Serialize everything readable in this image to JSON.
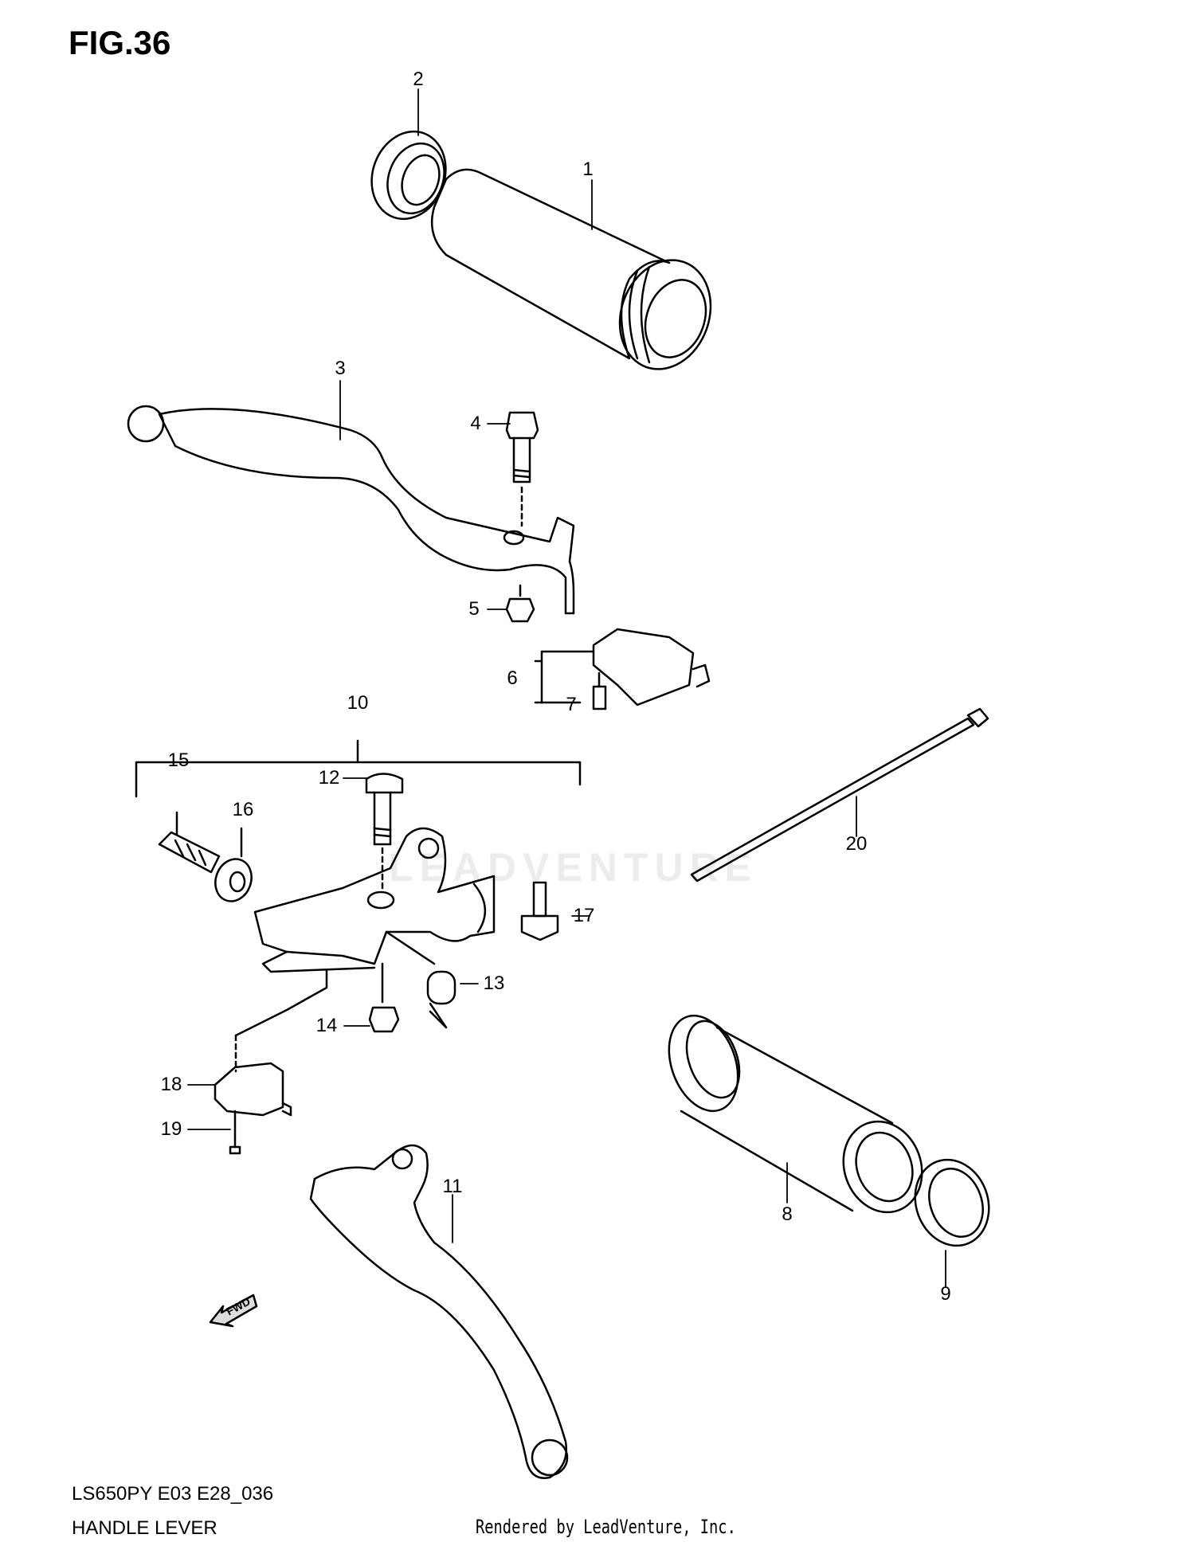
{
  "figure": {
    "title": "FIG.36"
  },
  "callouts": [
    {
      "id": "c1",
      "label": "1"
    },
    {
      "id": "c2",
      "label": "2"
    },
    {
      "id": "c3",
      "label": "3"
    },
    {
      "id": "c4",
      "label": "4"
    },
    {
      "id": "c5",
      "label": "5"
    },
    {
      "id": "c6",
      "label": "6"
    },
    {
      "id": "c7",
      "label": "7"
    },
    {
      "id": "c8",
      "label": "8"
    },
    {
      "id": "c9",
      "label": "9"
    },
    {
      "id": "c10",
      "label": "10"
    },
    {
      "id": "c11",
      "label": "11"
    },
    {
      "id": "c12",
      "label": "12"
    },
    {
      "id": "c13",
      "label": "13"
    },
    {
      "id": "c14",
      "label": "14"
    },
    {
      "id": "c15",
      "label": "15"
    },
    {
      "id": "c16",
      "label": "16"
    },
    {
      "id": "c17",
      "label": "17"
    },
    {
      "id": "c18",
      "label": "18"
    },
    {
      "id": "c19",
      "label": "19"
    },
    {
      "id": "c20",
      "label": "20"
    }
  ],
  "fwd_arrow": {
    "text": "FWD"
  },
  "watermark": {
    "text": "LEADVENTURE"
  },
  "footer": {
    "model_code": "LS650PY E03 E28_036",
    "section_name": "HANDLE LEVER",
    "rendered_by": "Rendered by LeadVenture, Inc."
  }
}
